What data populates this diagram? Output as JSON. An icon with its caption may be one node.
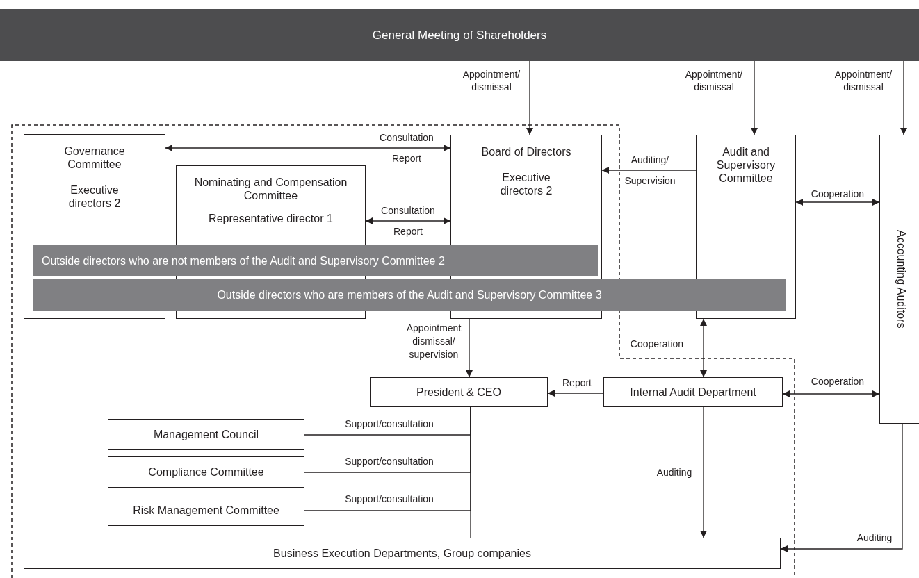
{
  "diagram": {
    "nodes": [
      {
        "text": [
          "General Meeting of Shareholders"
        ]
      },
      {
        "text": [
          "Governance Committee",
          "Executive directors 2"
        ]
      },
      {
        "text": [
          "Nominating and Compensation Committee",
          "Representative director 1"
        ]
      },
      {
        "text": [
          "Board of Directors",
          "Executive directors 2"
        ]
      },
      {
        "text": [
          "Outside directors who are not members of the Audit and Supervisory Committee 2"
        ]
      },
      {
        "text": [
          "Outside directors who are members of the Audit and Supervisory Committee 3"
        ]
      },
      {
        "text": [
          "Audit and Supervisory Committee"
        ]
      },
      {
        "text": [
          "Accounting Auditors"
        ]
      },
      {
        "text": [
          "President & CEO"
        ]
      },
      {
        "text": [
          "Internal Audit Department"
        ]
      },
      {
        "text": [
          "Management Council"
        ]
      },
      {
        "text": [
          "Compliance Committee"
        ]
      },
      {
        "text": [
          "Risk Management Committee"
        ]
      },
      {
        "text": [
          "Business Execution Departments, Group companies"
        ]
      }
    ],
    "edges": [
      {
        "from": 0,
        "to": 3,
        "arrow": "to",
        "label": "Appointment/ dismissal"
      },
      {
        "from": 0,
        "to": 6,
        "arrow": "to",
        "label": "Appointment/ dismissal"
      },
      {
        "from": 0,
        "to": 7,
        "arrow": "to",
        "label": "Appointment/ dismissal"
      },
      {
        "from": 3,
        "to": 1,
        "arrow": "both",
        "label": "Consultation Report"
      },
      {
        "from": 3,
        "to": 2,
        "arrow": "both",
        "label": "Consultation Report"
      },
      {
        "from": 6,
        "to": 3,
        "arrow": "to",
        "label": "Auditing/ Supervision"
      },
      {
        "from": 6,
        "to": 7,
        "arrow": "both",
        "label": "Cooperation"
      },
      {
        "from": 3,
        "to": 8,
        "arrow": "to",
        "label": "Appointment dismissal/ supervision"
      },
      {
        "from": 9,
        "to": 8,
        "arrow": "to",
        "label": "Report"
      },
      {
        "from": 6,
        "to": 9,
        "arrow": "both",
        "label": "Cooperation"
      },
      {
        "from": 9,
        "to": 7,
        "arrow": "both",
        "label": "Cooperation"
      },
      {
        "from": 10,
        "to": 8,
        "arrow": "none",
        "label": "Support/consultation"
      },
      {
        "from": 11,
        "to": 8,
        "arrow": "none",
        "label": "Support/consultation"
      },
      {
        "from": 12,
        "to": 8,
        "arrow": "none",
        "label": "Support/consultation"
      },
      {
        "from": 8,
        "to": 13,
        "arrow": "none"
      },
      {
        "from": 9,
        "to": 13,
        "arrow": "to",
        "label": "Auditing"
      },
      {
        "from": 7,
        "to": 13,
        "arrow": "to",
        "label": "Auditing"
      }
    ]
  }
}
